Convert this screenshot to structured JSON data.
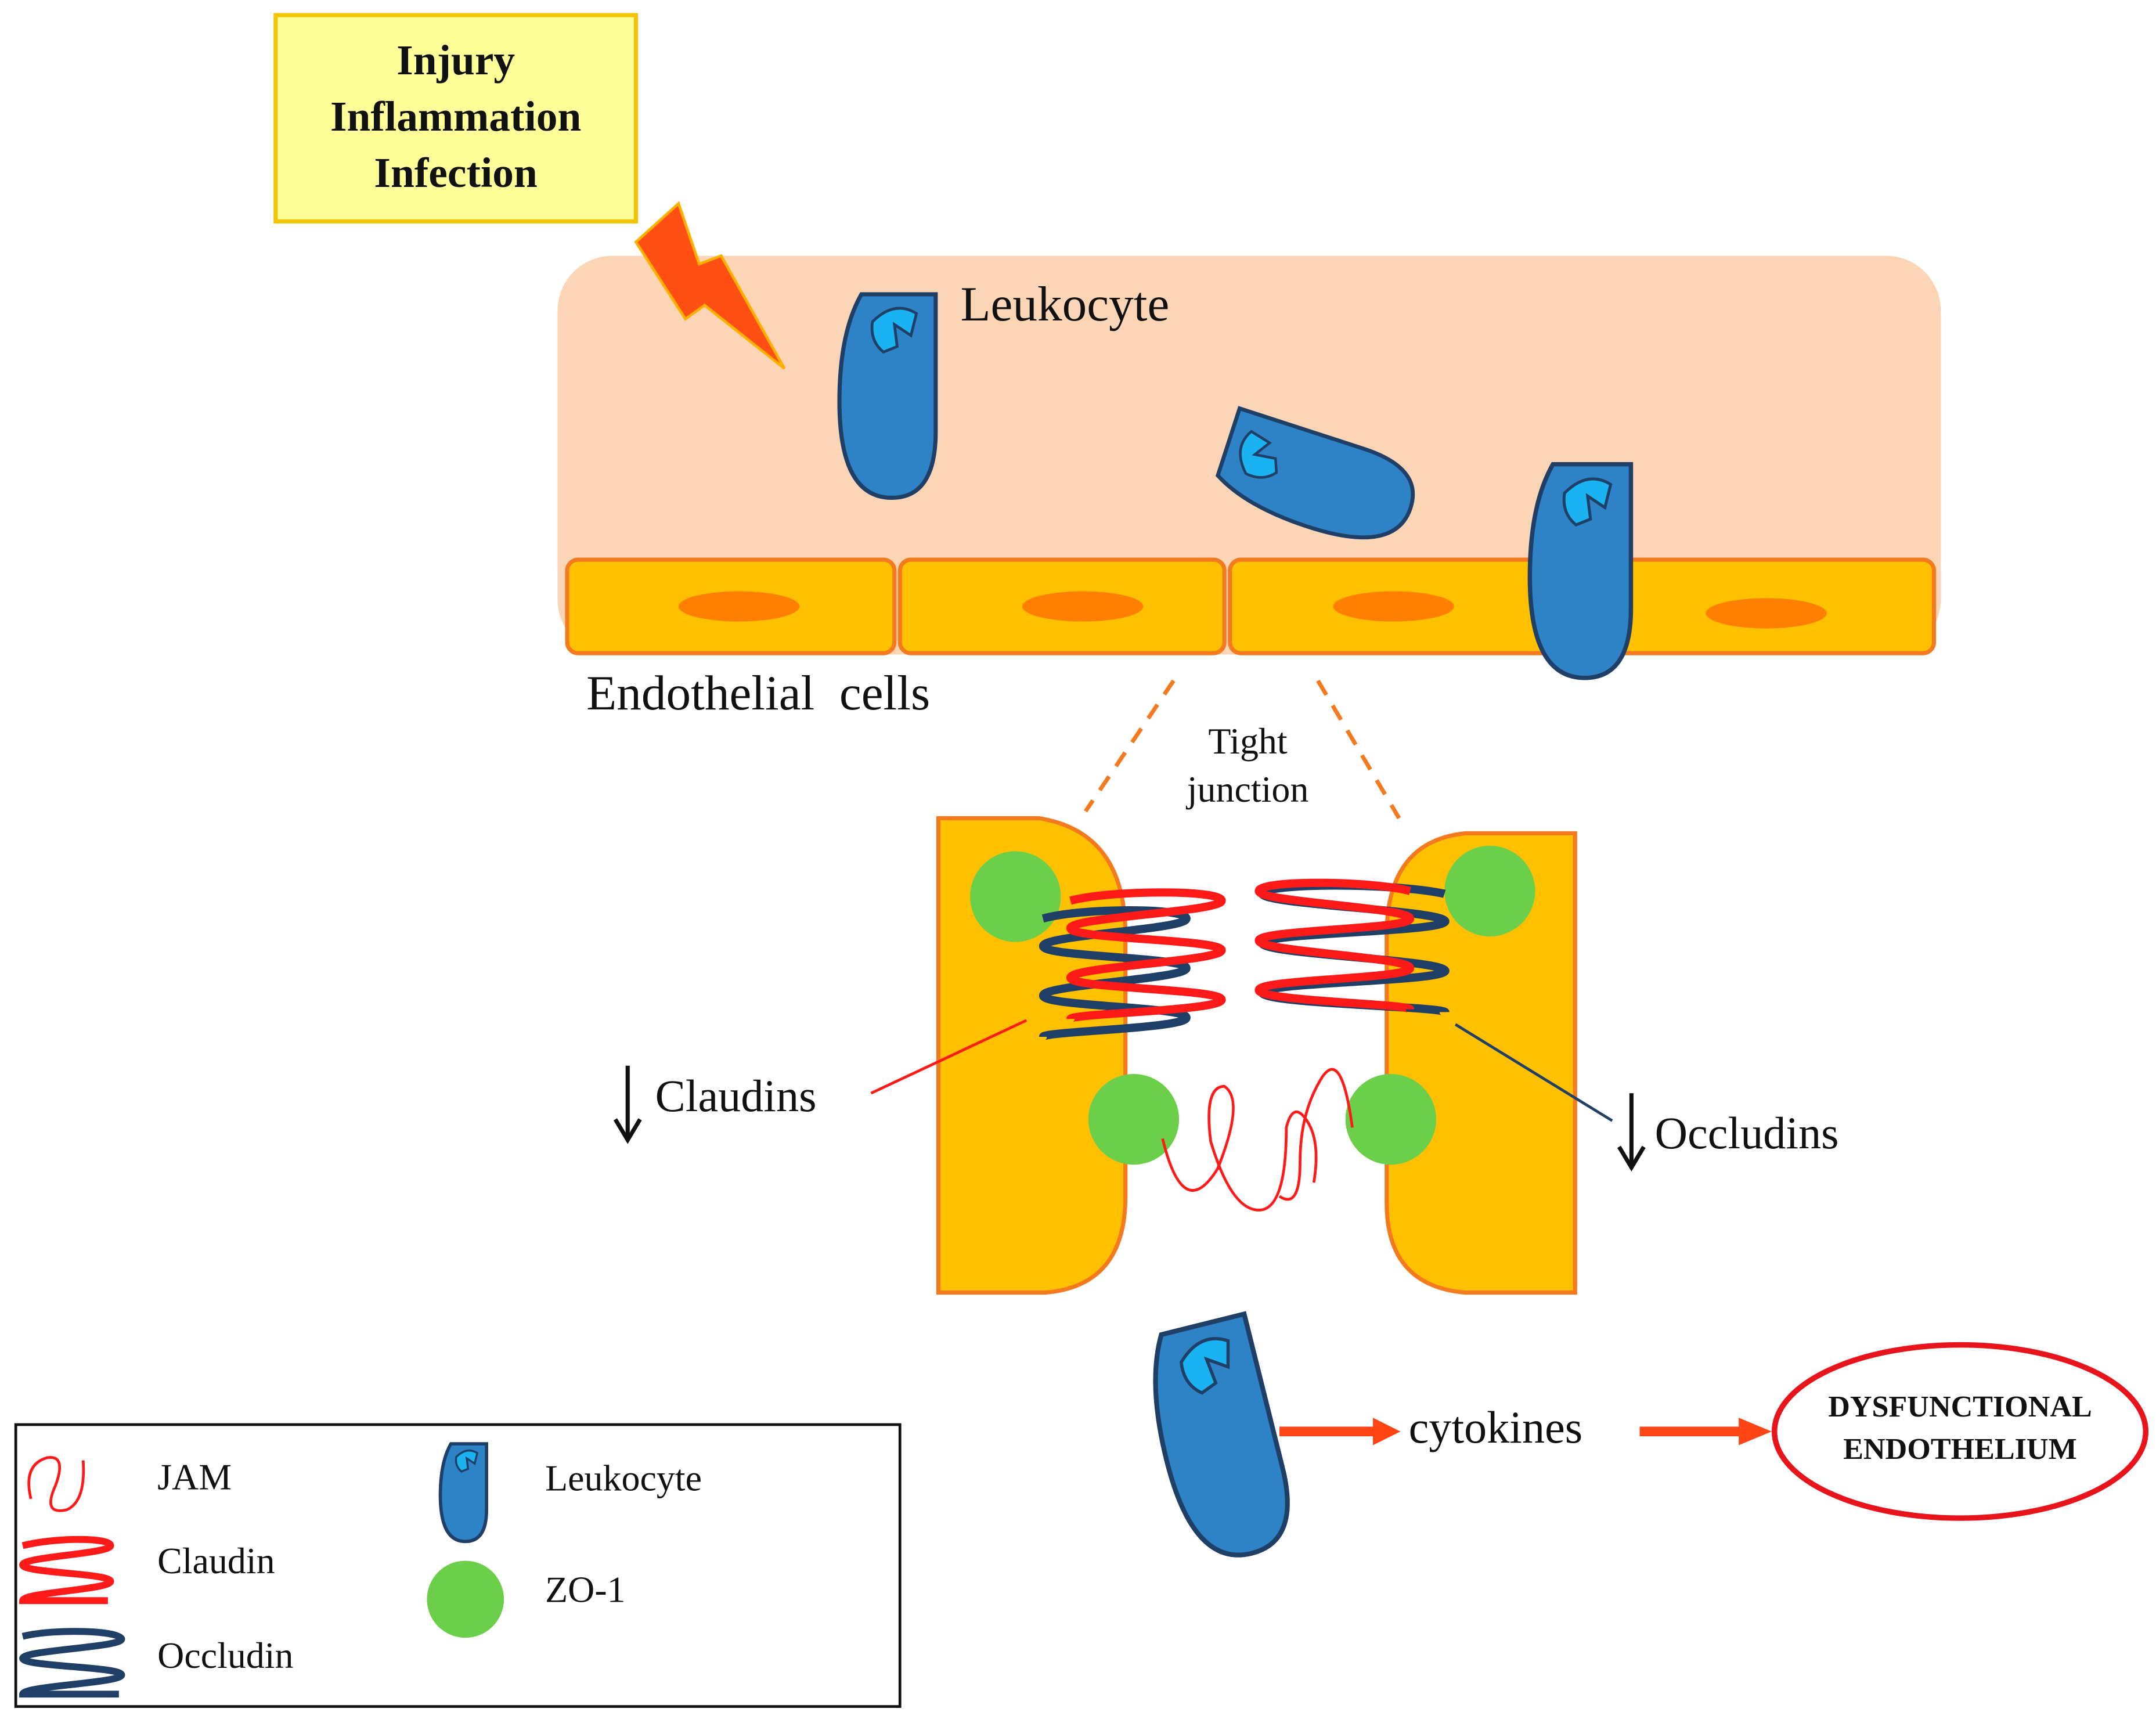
{
  "trigger_box": {
    "lines": [
      "Injury",
      "Inflammation",
      "Infection"
    ],
    "fill": "#ffff99",
    "border": "#f5c400"
  },
  "labels": {
    "leukocyte": "Leukocyte",
    "endothelial_cells": "Endothelial  cells",
    "tight_junction_line1": "Tight",
    "tight_junction_line2": "junction",
    "claudins": "Claudins",
    "occludins": "Occludins",
    "cytokines": "cytokines",
    "outcome_line1": "DYSFUNCTIONAL",
    "outcome_line2": "ENDOTHELIUM"
  },
  "legend": {
    "items": [
      {
        "label": "JAM",
        "icon": "jam-icon"
      },
      {
        "label": "Claudin",
        "icon": "claudin-icon"
      },
      {
        "label": "Occludin",
        "icon": "occludin-icon"
      },
      {
        "label": "Leukocyte",
        "icon": "leukocyte-icon"
      },
      {
        "label": "ZO-1",
        "icon": "zo1-icon"
      }
    ]
  },
  "colors": {
    "vessel_lumen": "#fbd5b5",
    "endothelial_cell": "#ffc000",
    "cell_border": "#f47a20",
    "nucleus": "#ff7f00",
    "leukocyte": "#2e83c6",
    "leukocyte_border": "#1f3f66",
    "leukocyte_inner": "#1ab2f0",
    "claudin": "#ff1a1a",
    "occludin": "#1f3f66",
    "zo1": "#6ccf4a",
    "arrow": "#ff4416",
    "lightning": "#ff4f14",
    "outcome_ellipse": "#e8141c"
  }
}
